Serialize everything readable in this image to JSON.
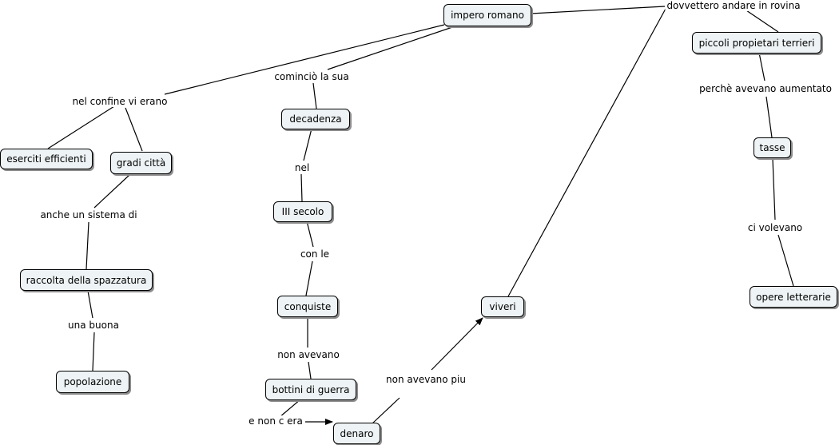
{
  "map": {
    "nodes": {
      "impero": "impero romano",
      "piccoli": "piccoli propietari terrieri",
      "tasse": "tasse",
      "opere": "opere letterarie",
      "decadenza": "decadenza",
      "secolo": "III secolo",
      "conquiste": "conquiste",
      "bottini": "bottini di guerra",
      "denaro": "denaro",
      "viveri": "viveri",
      "eserciti": "eserciti efficienti",
      "citta": "gradi città",
      "raccolta": "raccolta della spazzatura",
      "popolazione": "popolazione"
    },
    "links": {
      "dovvettero": "dovvettero andare in rovina",
      "perche": "perchè avevano aumentato",
      "volevano": "ci volevano",
      "comincio": "cominciò la sua",
      "nel": "nel",
      "conle": "con le",
      "nonavevano": "non avevano",
      "noncera": "e non c era",
      "nonpiu": "non avevano piu",
      "confine": "nel confine vi erano",
      "sistema": "anche un sistema di",
      "buona": "una buona"
    }
  }
}
